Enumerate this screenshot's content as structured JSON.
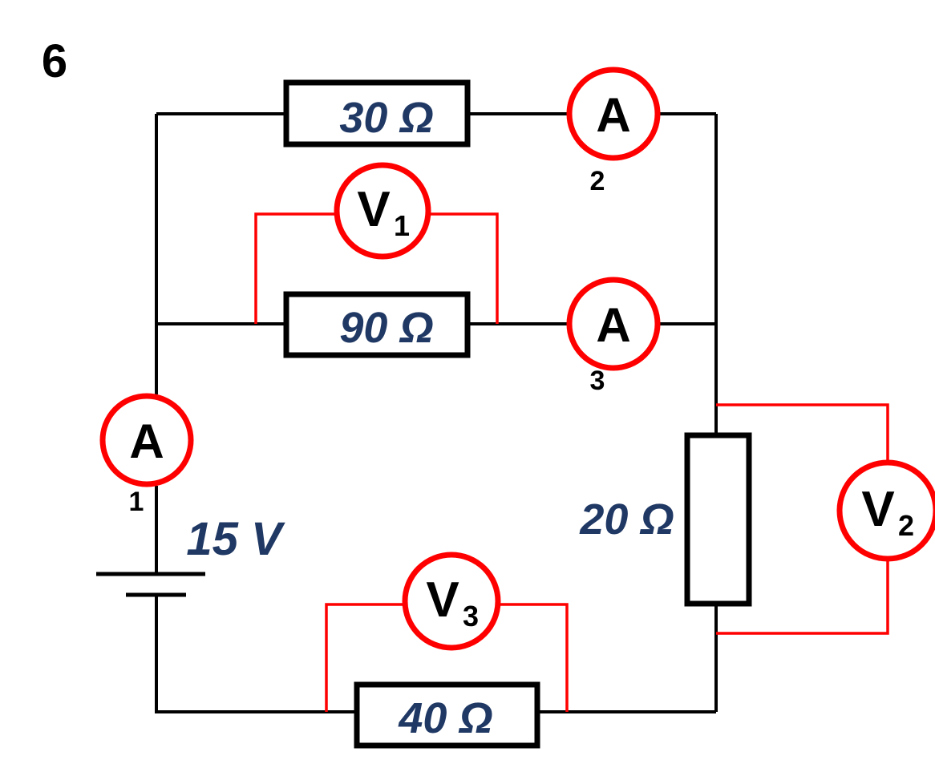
{
  "problem_number": "6",
  "colors": {
    "wire": "#000000",
    "meter_wire": "#ff0000",
    "meter_ring": "#ff0000",
    "value_text": "#1f3864"
  },
  "resistors": {
    "r_top": "30 Ω",
    "r_mid": "90 Ω",
    "r_right": "20 Ω",
    "r_bottom": "40 Ω"
  },
  "battery": {
    "label": "15 V"
  },
  "ammeters": {
    "a2": {
      "letter": "A",
      "index": "2"
    },
    "a3": {
      "letter": "A",
      "index": "3"
    },
    "a1": {
      "letter": "A",
      "index": "1"
    }
  },
  "voltmeters": {
    "v1": {
      "letter": "V",
      "sub": "1"
    },
    "v2": {
      "letter": "V",
      "sub": "2"
    },
    "v3": {
      "letter": "V",
      "sub": "3"
    }
  }
}
